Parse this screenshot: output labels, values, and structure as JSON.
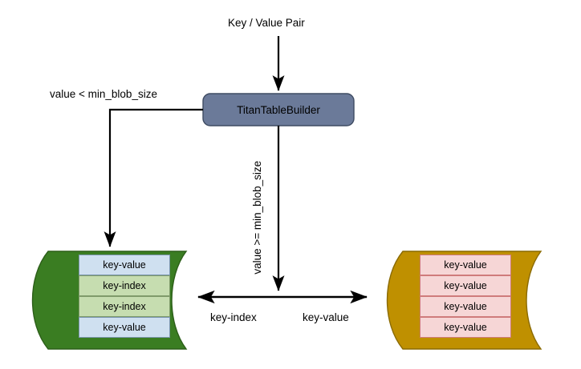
{
  "diagram": {
    "title_label": "Key / Value Pair",
    "process": {
      "name": "TitanTableBuilder",
      "fill": "#6b7a99",
      "stroke": "#3f4c63"
    },
    "edges": {
      "input_arrow": "down-arrow",
      "small_value_label": "value < min_blob_size",
      "large_value_label": "value >= min_blob_size"
    },
    "axis": {
      "left_label": "key-index",
      "right_label": "key-value",
      "arrow": "double-headed-horizontal-arrow"
    },
    "stores": [
      {
        "id": "sst-store",
        "fill": "#3a7d22",
        "stroke": "#2c5e19",
        "rows": [
          {
            "label": "key-value",
            "style": "row-blue"
          },
          {
            "label": "key-index",
            "style": "row-green"
          },
          {
            "label": "key-index",
            "style": "row-green"
          },
          {
            "label": "key-value",
            "style": "row-blue"
          }
        ]
      },
      {
        "id": "blob-store",
        "fill": "#bf9000",
        "stroke": "#8a6a00",
        "rows": [
          {
            "label": "key-value",
            "style": "row-pink"
          },
          {
            "label": "key-value",
            "style": "row-pink"
          },
          {
            "label": "key-value",
            "style": "row-pink"
          },
          {
            "label": "key-value",
            "style": "row-pink"
          }
        ]
      }
    ],
    "colors": {
      "background": "#ffffff",
      "line": "#000000",
      "text": "#000000"
    }
  }
}
